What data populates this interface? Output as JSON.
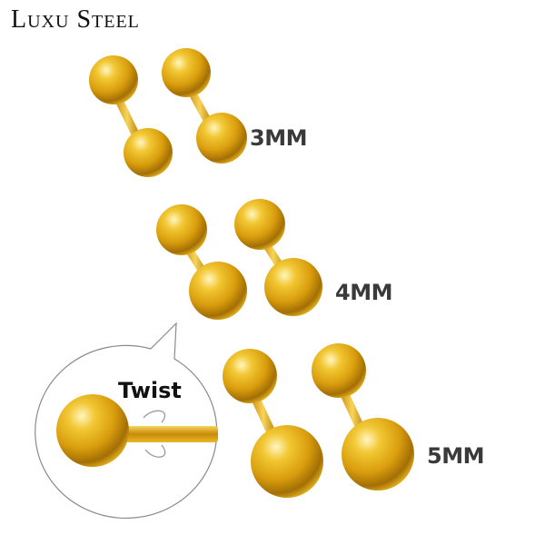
{
  "brand": {
    "first": "Luxu",
    "second": "Steel"
  },
  "sizes": [
    {
      "label": "3MM"
    },
    {
      "label": "4MM"
    },
    {
      "label": "5MM"
    }
  ],
  "callout": {
    "label": "Twist"
  },
  "colors": {
    "gold": "#e8b21a",
    "gold_dark": "#9a6a05",
    "gold_light": "#fff2a8",
    "text": "#3a3a3a"
  }
}
